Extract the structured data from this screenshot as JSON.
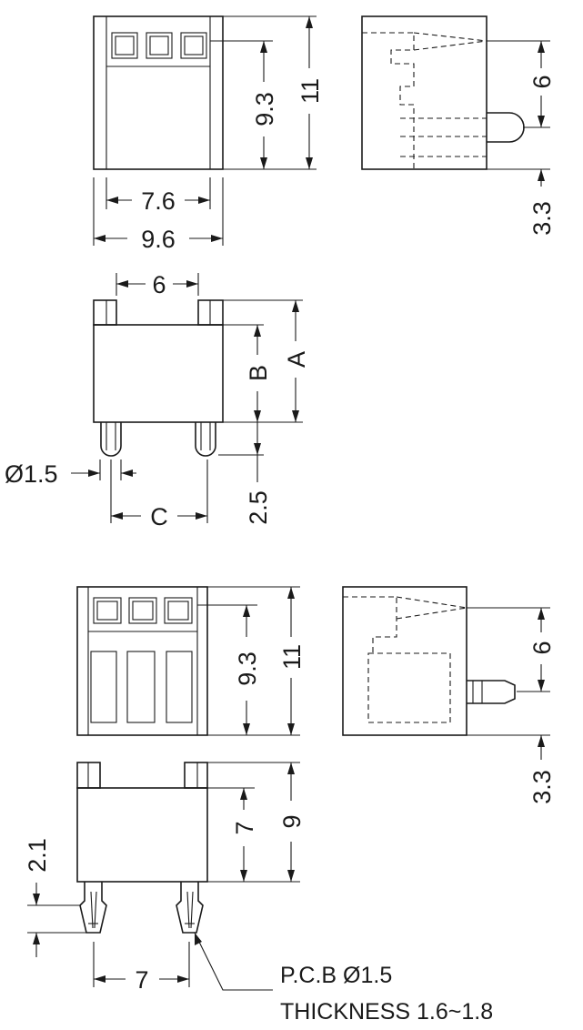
{
  "dimensions": {
    "top_front_height_inner": "9.3",
    "top_front_height_outer": "11",
    "top_front_width_inner": "7.6",
    "top_front_width_outer": "9.6",
    "top_side_pin_height": "6",
    "top_side_pin_offset": "3.3",
    "mid_top_width": "6",
    "mid_height_b": "B",
    "mid_height_a": "A",
    "mid_pin_dia": "Ø1.5",
    "mid_pin_length": "2.5",
    "mid_pin_pitch": "C",
    "bot_front_height_inner": "9.3",
    "bot_front_height_outer": "11",
    "bot_side_pin_height": "6",
    "bot_side_pin_offset": "3.3",
    "bot_body_height_outer": "9",
    "bot_body_height_inner": "7",
    "bot_pin_length": "2.1",
    "bot_pin_pitch": "7"
  },
  "note": {
    "line1": "P.C.B  Ø1.5",
    "line2": "THICKNESS 1.6~1.8"
  }
}
